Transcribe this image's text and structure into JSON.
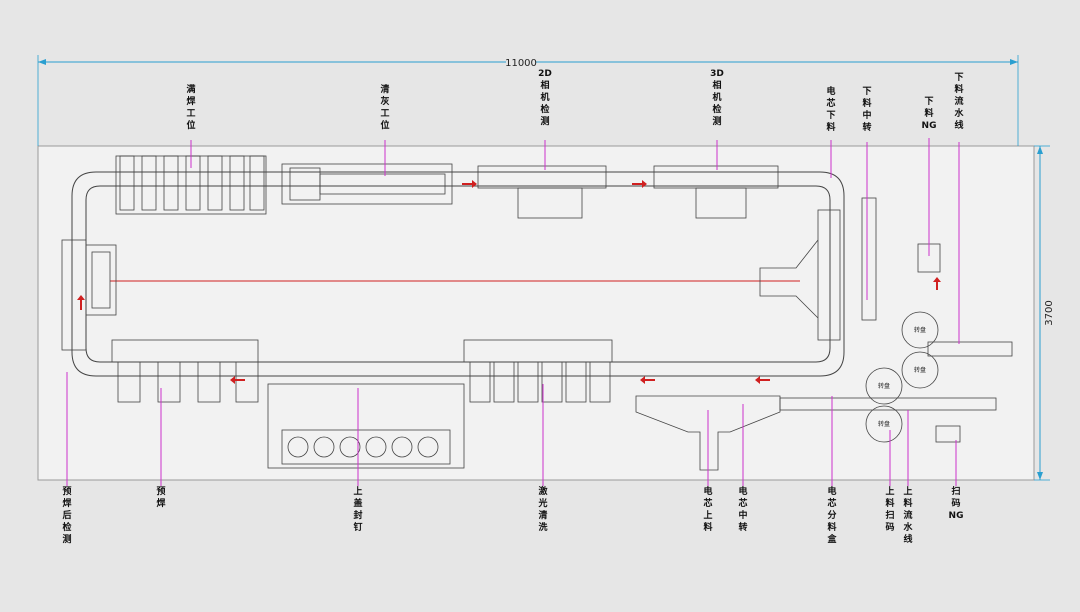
{
  "dimensions": {
    "width_label": "11000",
    "height_label": "3700"
  },
  "colors": {
    "background": "#e6e6e6",
    "panel": "#f2f2f2",
    "line": "#444444",
    "callout": "#cc33cc",
    "flow_arrow": "#d02020",
    "dim": "#2a9fd0"
  },
  "top_labels": [
    {
      "id": "station-welding",
      "text": "满焊工位"
    },
    {
      "id": "station-cleaning",
      "text": "清灰工位"
    },
    {
      "id": "station-2d",
      "text": "2D相机检测"
    },
    {
      "id": "station-3d",
      "text": "3D相机检测"
    },
    {
      "id": "station-cell-unload",
      "text": "电芯下料"
    },
    {
      "id": "station-unload-transfer",
      "text": "下料中转"
    },
    {
      "id": "station-unload-ng",
      "text": "下料NG"
    },
    {
      "id": "station-unload-line",
      "text": "下料流水线"
    }
  ],
  "bottom_labels": [
    {
      "id": "station-post-check",
      "text": "预焊后检测"
    },
    {
      "id": "station-prewelding",
      "text": "预焊"
    },
    {
      "id": "station-cap-seal",
      "text": "上盖封钉"
    },
    {
      "id": "station-laser-clean",
      "text": "激光清洗"
    },
    {
      "id": "station-cell-load",
      "text": "电芯上料"
    },
    {
      "id": "station-cell-transfer",
      "text": "电芯中转"
    },
    {
      "id": "station-cell-sort",
      "text": "电芯分料盒"
    },
    {
      "id": "station-load-scan",
      "text": "上料扫码"
    },
    {
      "id": "station-load-line",
      "text": "上料流水线"
    },
    {
      "id": "station-scan-ng",
      "text": "扫码NG"
    }
  ],
  "machine_labels": [
    "转盘",
    "转盘",
    "转盘",
    "转盘"
  ]
}
